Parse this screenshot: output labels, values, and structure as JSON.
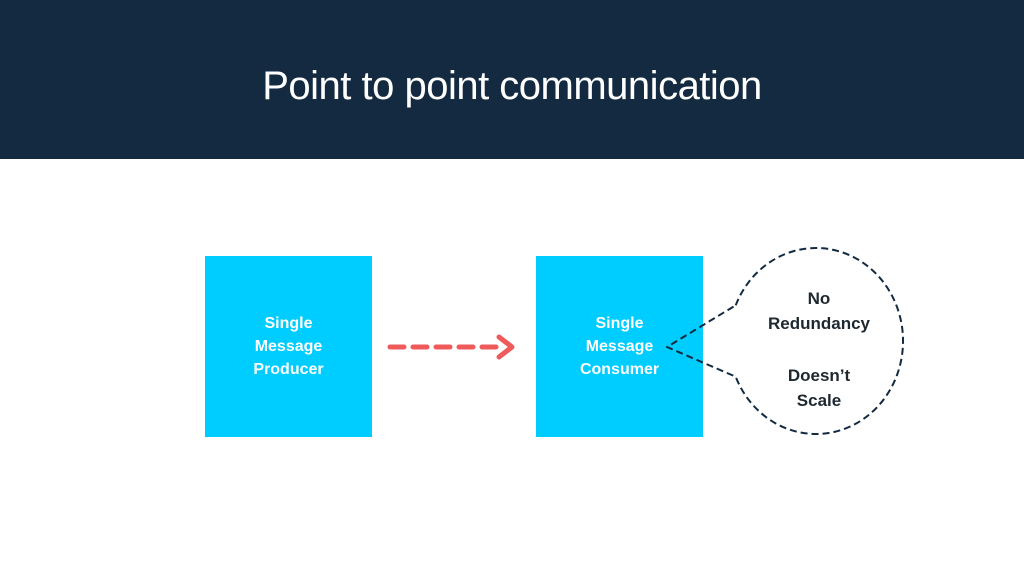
{
  "title": "Point to point communication",
  "producer": {
    "lines": [
      "Single",
      "Message",
      "Producer"
    ]
  },
  "consumer": {
    "lines": [
      "Single",
      "Message",
      "Consumer"
    ]
  },
  "callout": {
    "line1": "No",
    "line2": "Redundancy",
    "line3": "Doesn’t",
    "line4": "Scale"
  },
  "colors": {
    "header_bg": "#132a40",
    "box_fill": "#00cdff",
    "arrow": "#ef5b5b",
    "callout_outline": "#132a40"
  },
  "icons": {
    "connector": "dashed-arrow-right"
  }
}
